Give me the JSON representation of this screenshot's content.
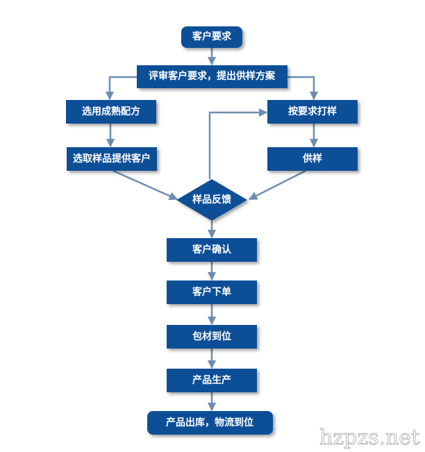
{
  "nodes": {
    "customer_request": "客户要求",
    "review": "评审客户要求，提出供样方案",
    "mature_formula": "选用成熟配方",
    "sample_by_request": "按要求打样",
    "select_sample": "选取样品提供客户",
    "supply_sample": "供样",
    "feedback": "样品反馈",
    "customer_confirm": "客户确认",
    "customer_order": "客户下单",
    "packaging_ready": "包材到位",
    "production": "产品生产",
    "shipping": "产品出库，物流到位"
  },
  "watermark": "hzpzs.net",
  "colors": {
    "box": "#0b4f97",
    "arrow": "#6d8db0"
  }
}
